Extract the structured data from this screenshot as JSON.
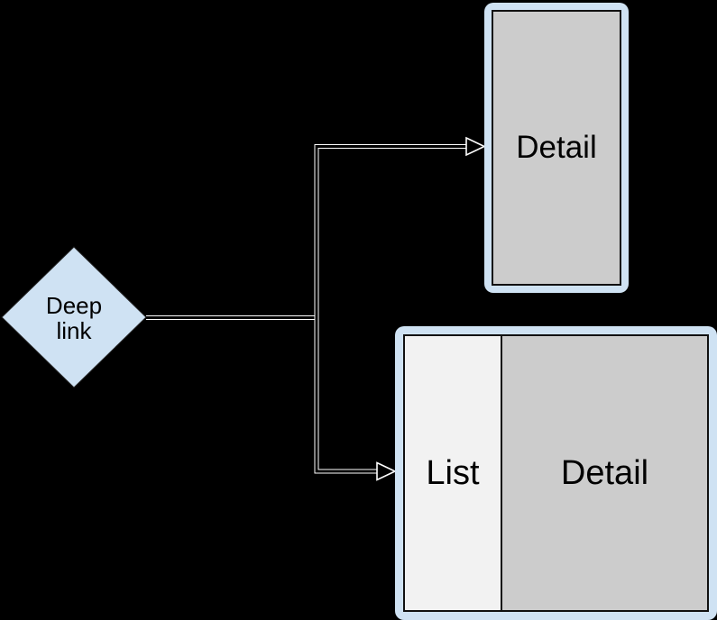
{
  "colors": {
    "background": "#000000",
    "shape_fill_blue": "#cfe2f3",
    "screen_gray": "#cccccc",
    "list_pane_gray": "#f2f2f2",
    "stroke_dark": "#111111",
    "connector_casing": "#ffffff",
    "connector_core": "#000000",
    "label_text": "#000000"
  },
  "diagram": {
    "deep_link": {
      "label": "Deep link"
    },
    "phone": {
      "detail_label": "Detail"
    },
    "tablet": {
      "list_label": "List",
      "detail_label": "Detail"
    }
  }
}
